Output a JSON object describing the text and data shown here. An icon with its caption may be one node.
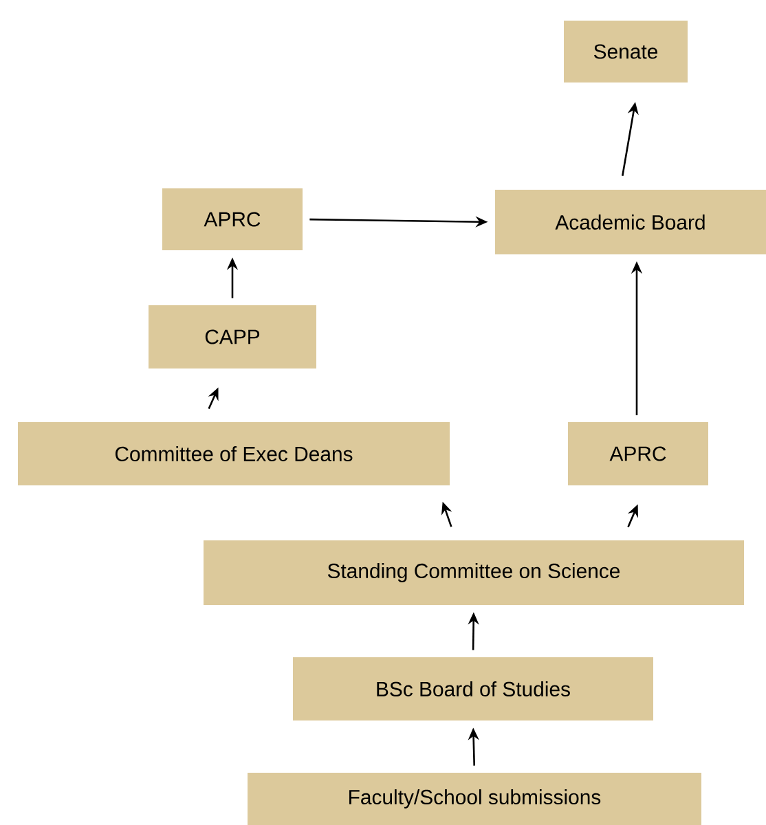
{
  "diagram": {
    "nodes": [
      {
        "text": [
          "Senate"
        ]
      },
      {
        "text": [
          "APRC"
        ]
      },
      {
        "text": [
          "Academic Board"
        ]
      },
      {
        "text": [
          "CAPP"
        ]
      },
      {
        "text": [
          "Committee of Exec Deans"
        ]
      },
      {
        "text": [
          "APRC"
        ]
      },
      {
        "text": [
          "Standing Committee on Science"
        ]
      },
      {
        "text": [
          "BSc Board of Studies"
        ]
      },
      {
        "text": [
          "Faculty/School submissions"
        ]
      }
    ],
    "edges": [
      {
        "from": 8,
        "to": 7,
        "arrow": "to"
      },
      {
        "from": 7,
        "to": 6,
        "arrow": "to"
      },
      {
        "from": 6,
        "to": 4,
        "arrow": "to"
      },
      {
        "from": 6,
        "to": 5,
        "arrow": "to"
      },
      {
        "from": 4,
        "to": 3,
        "arrow": "to"
      },
      {
        "from": 3,
        "to": 1,
        "arrow": "to"
      },
      {
        "from": 1,
        "to": 2,
        "arrow": "to"
      },
      {
        "from": 5,
        "to": 2,
        "arrow": "to"
      },
      {
        "from": 2,
        "to": 0,
        "arrow": "to"
      }
    ]
  }
}
